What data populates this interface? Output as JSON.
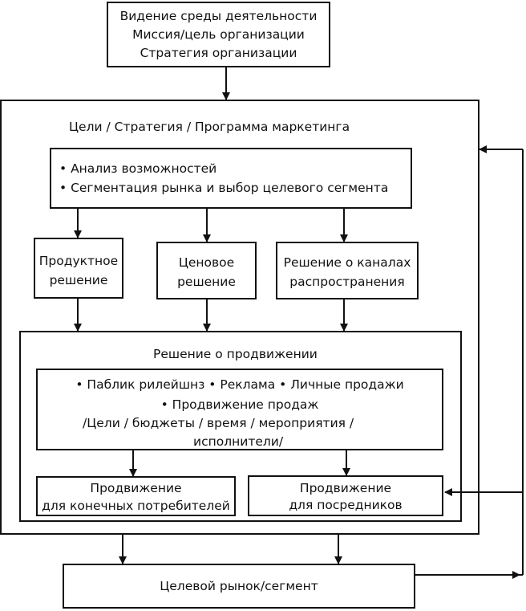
{
  "top_box": {
    "lines": [
      "Видение среды деятельности",
      "Миссия/цель организации",
      "Стратегия организации"
    ]
  },
  "marketing": {
    "title": "Цели / Стратегия / Программа маркетинга",
    "analysis": [
      "• Анализ возможностей",
      "• Сегментация рынка и выбор целевого сегмента"
    ],
    "decisions": {
      "product": [
        "Продуктное",
        "решение"
      ],
      "price": [
        "Ценовое",
        "решение"
      ],
      "channels": [
        "Решение о каналах",
        "распространения"
      ]
    }
  },
  "promotion": {
    "title": "Решение о продвижении",
    "lines": [
      "• Паблик рилейшнз  • Реклама  • Личные продажи",
      "• Продвижение продаж",
      "/Цели / бюджеты / время / мероприятия /",
      "исполнители/"
    ],
    "consumers": [
      "Продвижение",
      "для конечных потребителей"
    ],
    "intermediaries": [
      "Продвижение",
      "для посредников"
    ]
  },
  "target": {
    "label": "Целевой рынок/сегмент"
  },
  "colors": {
    "line": "#111111",
    "background": "#ffffff"
  }
}
